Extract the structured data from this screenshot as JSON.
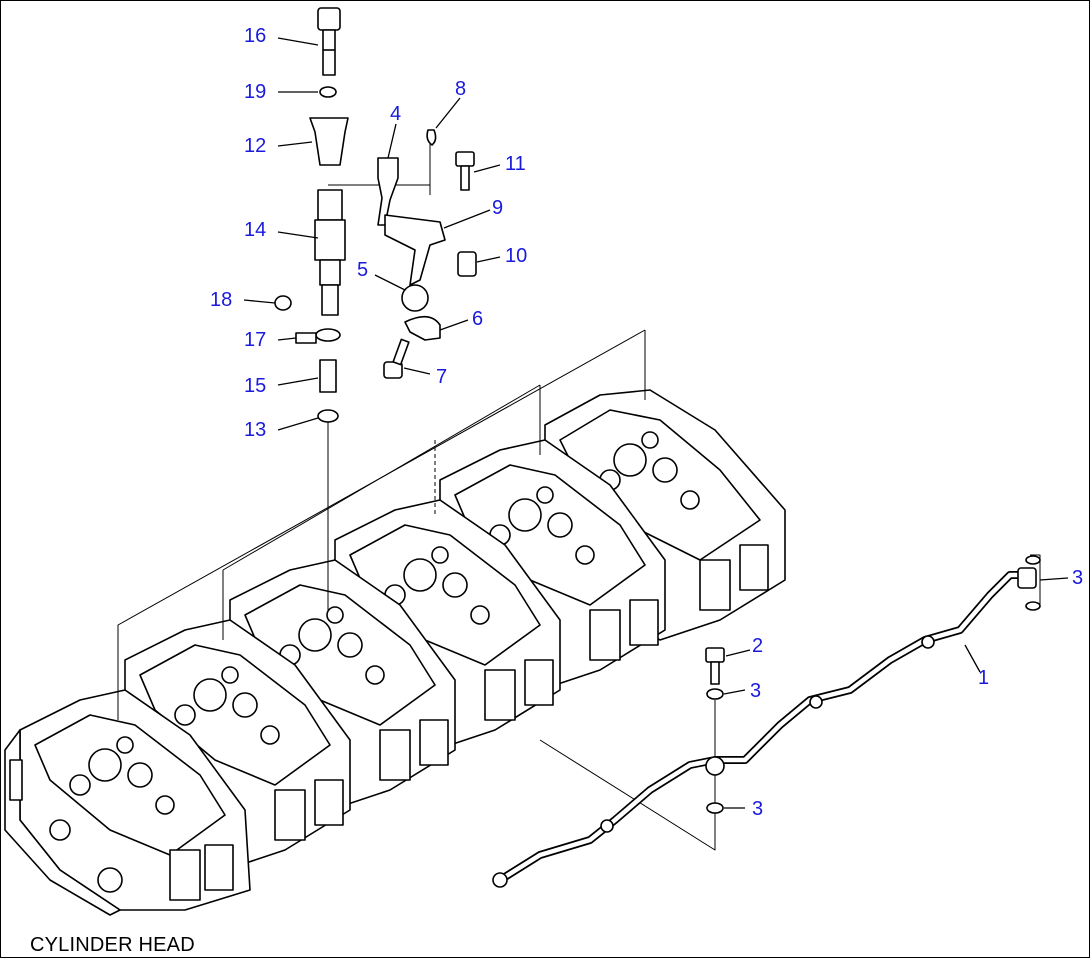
{
  "title": "CYLINDER HEAD",
  "callouts": [
    {
      "id": "c16",
      "label": "16"
    },
    {
      "id": "c19",
      "label": "19"
    },
    {
      "id": "c12",
      "label": "12"
    },
    {
      "id": "c14",
      "label": "14"
    },
    {
      "id": "c18",
      "label": "18"
    },
    {
      "id": "c17",
      "label": "17"
    },
    {
      "id": "c15",
      "label": "15"
    },
    {
      "id": "c13",
      "label": "13"
    },
    {
      "id": "c4",
      "label": "4"
    },
    {
      "id": "c8",
      "label": "8"
    },
    {
      "id": "c11",
      "label": "11"
    },
    {
      "id": "c9",
      "label": "9"
    },
    {
      "id": "c10",
      "label": "10"
    },
    {
      "id": "c5",
      "label": "5"
    },
    {
      "id": "c6",
      "label": "6"
    },
    {
      "id": "c7",
      "label": "7"
    },
    {
      "id": "c2",
      "label": "2"
    },
    {
      "id": "c3a",
      "label": "3"
    },
    {
      "id": "c3b",
      "label": "3"
    },
    {
      "id": "c3c",
      "label": "3"
    },
    {
      "id": "c1",
      "label": "1"
    }
  ],
  "colors": {
    "callout": "#1a1adc",
    "line": "#000000"
  }
}
